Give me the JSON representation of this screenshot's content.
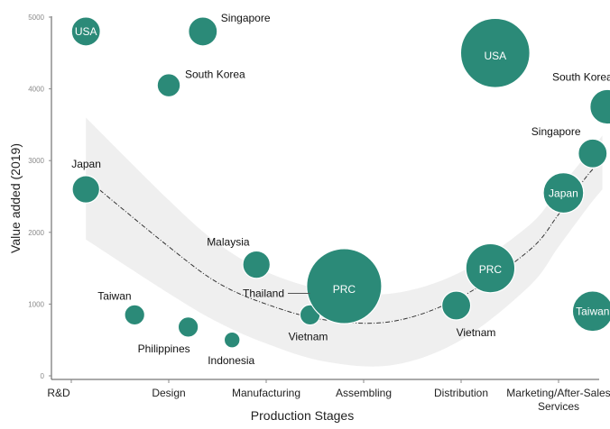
{
  "chart_data": {
    "type": "scatter",
    "xlabel": "Production Stages",
    "ylabel": "Value added  (2019)",
    "ylim": [
      0,
      5000
    ],
    "yticks": [
      0,
      1000,
      2000,
      3000,
      4000,
      5000
    ],
    "categories": [
      "R&D",
      "Design",
      "Manufacturing",
      "Assembling",
      "Distribution",
      "Marketing/After-Sales Services"
    ],
    "bubble_color": "#2b8a78",
    "band_color": "#efefef",
    "trend": [
      {
        "x": 0.15,
        "y": 2750
      },
      {
        "x": 1.0,
        "y": 1800
      },
      {
        "x": 1.5,
        "y": 1300
      },
      {
        "x": 2.0,
        "y": 1000
      },
      {
        "x": 2.6,
        "y": 780
      },
      {
        "x": 3.3,
        "y": 760
      },
      {
        "x": 4.0,
        "y": 1100
      },
      {
        "x": 4.7,
        "y": 1750
      },
      {
        "x": 5.0,
        "y": 2250
      },
      {
        "x": 5.3,
        "y": 2800
      },
      {
        "x": 5.45,
        "y": 3000
      }
    ],
    "band": {
      "upper": [
        {
          "x": 0.15,
          "y": 3600
        },
        {
          "x": 1.0,
          "y": 2450
        },
        {
          "x": 1.5,
          "y": 1850
        },
        {
          "x": 2.0,
          "y": 1450
        },
        {
          "x": 2.6,
          "y": 1200
        },
        {
          "x": 3.3,
          "y": 1150
        },
        {
          "x": 4.0,
          "y": 1450
        },
        {
          "x": 4.7,
          "y": 2100
        },
        {
          "x": 5.0,
          "y": 2600
        },
        {
          "x": 5.3,
          "y": 3100
        },
        {
          "x": 5.45,
          "y": 3350
        }
      ],
      "lower": [
        {
          "x": 0.15,
          "y": 1900
        },
        {
          "x": 1.0,
          "y": 1150
        },
        {
          "x": 1.5,
          "y": 750
        },
        {
          "x": 2.0,
          "y": 450
        },
        {
          "x": 2.6,
          "y": 200
        },
        {
          "x": 3.3,
          "y": 150
        },
        {
          "x": 4.0,
          "y": 500
        },
        {
          "x": 4.7,
          "y": 1250
        },
        {
          "x": 5.0,
          "y": 1800
        },
        {
          "x": 5.3,
          "y": 2350
        },
        {
          "x": 5.45,
          "y": 2600
        }
      ]
    },
    "points": [
      {
        "label": "USA",
        "x": 0.15,
        "y": 4800,
        "size": 1.0,
        "label_inside": true
      },
      {
        "label": "Singapore",
        "x": 1.35,
        "y": 4800,
        "size": 1.0,
        "label_inside": false
      },
      {
        "label": "South Korea",
        "x": 1.0,
        "y": 4050,
        "size": 0.8,
        "label_inside": false
      },
      {
        "label": "Japan",
        "x": 0.15,
        "y": 2600,
        "size": 0.95,
        "label_inside": false
      },
      {
        "label": "Taiwan",
        "x": 0.65,
        "y": 850,
        "size": 0.7,
        "label_inside": false
      },
      {
        "label": "Philippines",
        "x": 1.2,
        "y": 680,
        "size": 0.7,
        "label_inside": false
      },
      {
        "label": "Indonesia",
        "x": 1.65,
        "y": 500,
        "size": 0.55,
        "label_inside": false
      },
      {
        "label": "Malaysia",
        "x": 1.9,
        "y": 1550,
        "size": 0.95,
        "label_inside": false
      },
      {
        "label": "Thailand",
        "x": 2.5,
        "y": 1150,
        "size": 0.35,
        "label_inside": false,
        "hollow": true
      },
      {
        "label": "Vietnam",
        "x": 2.45,
        "y": 850,
        "size": 0.7,
        "label_inside": false
      },
      {
        "label": "PRC",
        "x": 2.8,
        "y": 1250,
        "size": 2.6,
        "label_inside": true
      },
      {
        "label": "USA",
        "x": 4.35,
        "y": 4500,
        "size": 2.4,
        "label_inside": true
      },
      {
        "label": "PRC",
        "x": 4.3,
        "y": 1500,
        "size": 1.7,
        "label_inside": true
      },
      {
        "label": "Vietnam",
        "x": 3.95,
        "y": 980,
        "size": 1.0,
        "label_inside": false
      },
      {
        "label": "South Korea",
        "x": 5.5,
        "y": 3750,
        "size": 1.2,
        "label_inside": false
      },
      {
        "label": "Singapore",
        "x": 5.35,
        "y": 3100,
        "size": 1.0,
        "label_inside": false
      },
      {
        "label": "Japan",
        "x": 5.05,
        "y": 2550,
        "size": 1.4,
        "label_inside": true
      },
      {
        "label": "Taiwan",
        "x": 5.35,
        "y": 900,
        "size": 1.4,
        "label_inside": true
      }
    ]
  }
}
